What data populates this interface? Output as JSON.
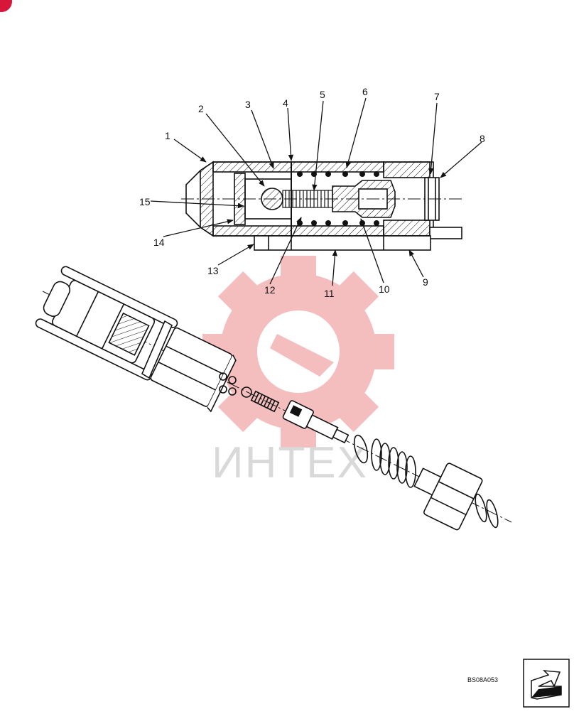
{
  "diagram": {
    "callouts": [
      {
        "id": "1",
        "label": "1"
      },
      {
        "id": "2",
        "label": "2"
      },
      {
        "id": "3",
        "label": "3"
      },
      {
        "id": "4",
        "label": "4"
      },
      {
        "id": "5",
        "label": "5"
      },
      {
        "id": "6",
        "label": "6"
      },
      {
        "id": "7",
        "label": "7"
      },
      {
        "id": "8",
        "label": "8"
      },
      {
        "id": "9",
        "label": "9"
      },
      {
        "id": "10",
        "label": "10"
      },
      {
        "id": "11",
        "label": "11"
      },
      {
        "id": "12",
        "label": "12"
      },
      {
        "id": "13",
        "label": "13"
      },
      {
        "id": "14",
        "label": "14"
      },
      {
        "id": "15",
        "label": "15"
      }
    ],
    "drawing_code": "BS08A053",
    "watermark_text": "ИНТЕХ",
    "colors": {
      "line": "#111111",
      "watermark": "#f4b8b8",
      "watermark_text": "#d9d9d9",
      "corner_badge": "#d8163a"
    }
  }
}
